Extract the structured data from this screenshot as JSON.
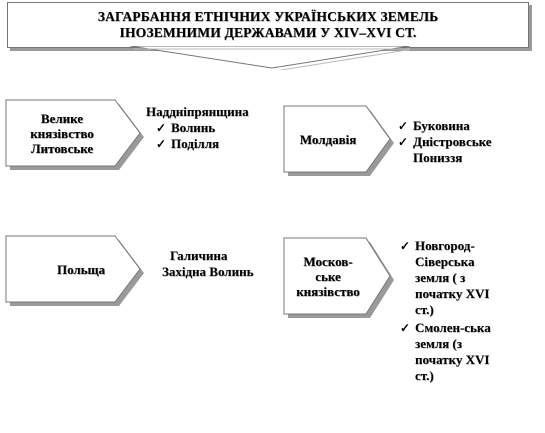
{
  "title": {
    "line1": "ЗАГАРБАННЯ ЕТНІЧНИХ УКРАЇНСЬКИХ ЗЕМЕЛЬ",
    "line2": "ІНОЗЕМНИМИ ДЕРЖАВАМИ У XIV–XVI СТ."
  },
  "states": [
    {
      "name_lines": [
        "Велике",
        "князівство",
        "Литовське"
      ],
      "territories": {
        "heading": "Наддніпрянщина",
        "items": [
          "Волинь",
          "Поділля"
        ]
      }
    },
    {
      "name_lines": [
        "Молдавія"
      ],
      "territories": {
        "items": [
          "Буковина",
          "Дністровське Пониззя"
        ]
      }
    },
    {
      "name_lines": [
        "Польща"
      ],
      "territories": {
        "lines": [
          "Галичина",
          "Західна Волинь"
        ]
      }
    },
    {
      "name_lines": [
        "Москов-",
        "ське",
        "князівство"
      ],
      "territories": {
        "items": [
          "Новгород-Сіверська земля ( з початку XVI ст.)",
          "Смолен-ська земля (з початку XVI ст.)"
        ]
      }
    }
  ],
  "check_glyph": "✓",
  "colors": {
    "box_fill": "#ffffff",
    "box_border": "#777777",
    "shadow": "#9a9a9a"
  }
}
